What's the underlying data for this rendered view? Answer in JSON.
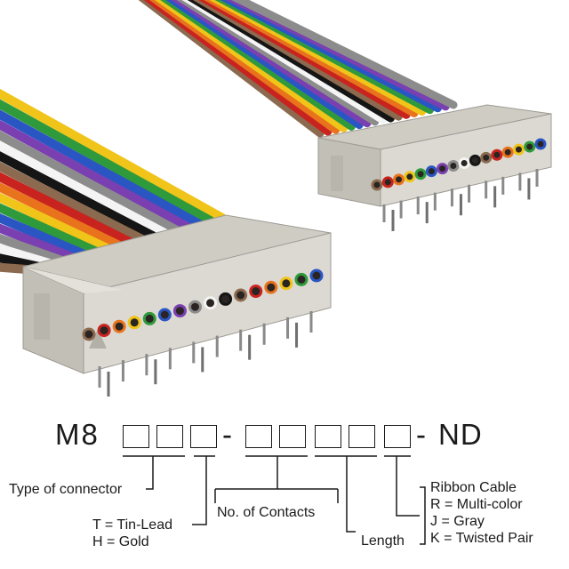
{
  "part_number": {
    "prefix": "M8",
    "suffix": "ND",
    "dash": "-"
  },
  "labels": {
    "connector_type": "Type of connector",
    "plating_tin": "T = Tin-Lead",
    "plating_gold": "H = Gold",
    "contacts": "No. of Contacts",
    "length": "Length",
    "cable_title": "Ribbon Cable",
    "cable_r": "R = Multi-color",
    "cable_j": "J = Gray",
    "cable_k": "K = Twisted Pair"
  },
  "colors": {
    "housing": "#dcd9d2",
    "housing_shade": "#c2bfb7",
    "housing_dark": "#9e9b94",
    "ribbon": [
      "#8b6a4f",
      "#c9231f",
      "#e8731c",
      "#f0c419",
      "#2f9a3b",
      "#2a56c4",
      "#7a3fb0",
      "#8c8c8c",
      "#f4f4f4",
      "#151515"
    ]
  }
}
